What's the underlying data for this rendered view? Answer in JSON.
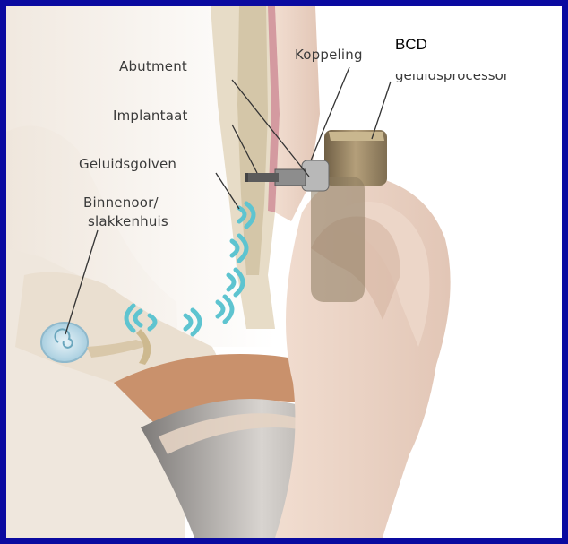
{
  "labels": {
    "abutment": "Abutment",
    "koppeling": "Koppeling",
    "bcd": "BCD",
    "geluidsprocessor": "geluidsprocessor",
    "implantaat": "Implantaat",
    "geluidsgolven": "Geluidsgolven",
    "binnenoor_line1": "Binnenoor/",
    "binnenoor_line2": "slakkenhuis"
  },
  "colors": {
    "frame": "#0a0aa0",
    "wave": "#5ec4d0",
    "skin": "#e9d2c4",
    "bone": "#ddd0b4",
    "device": "#8a7a5c"
  }
}
